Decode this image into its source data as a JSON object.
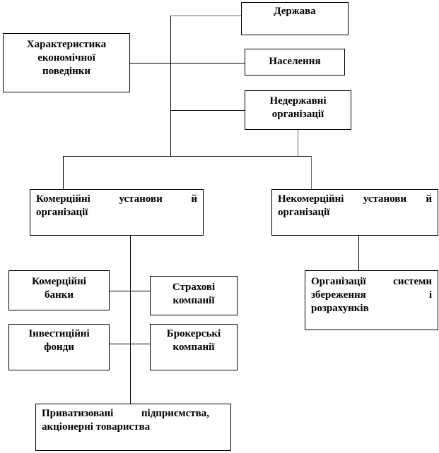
{
  "diagram": {
    "root": "Характеристика економічної поведінки",
    "top_level": [
      "Держава",
      "Населення",
      "Недержавні організації"
    ],
    "second_level": [
      "Комерційні установи й організації",
      "Некомерційні установи й організації"
    ],
    "commercial_children": [
      "Комерційні банки",
      "Страхові компанії",
      "Інвестиційні фонди",
      "Брокерські компанії",
      "Приватизовані підприємства, акціонерні товариства"
    ],
    "noncommercial_children": [
      "Організації системи збереження і розрахунків"
    ]
  }
}
